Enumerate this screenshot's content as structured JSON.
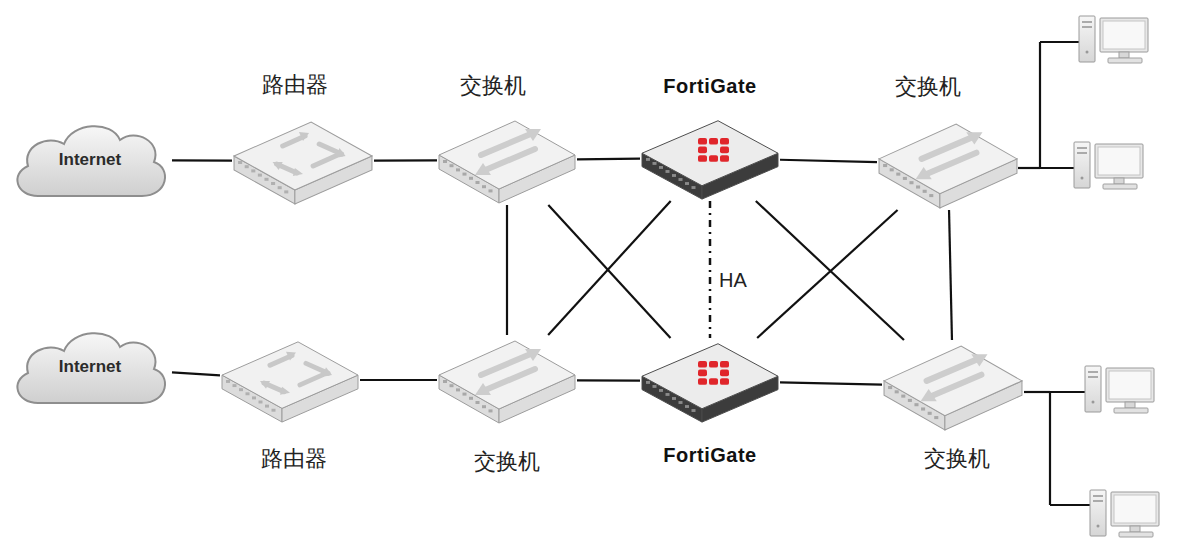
{
  "diagram": {
    "nodes": [
      {
        "text": [
          "Internet"
        ]
      },
      {
        "text": [
          "路由器"
        ]
      },
      {
        "text": [
          "交换机"
        ]
      },
      {
        "text": [
          "FortiGate"
        ]
      },
      {
        "text": [
          "交换机"
        ]
      },
      {
        "text": [
          "Internet"
        ]
      },
      {
        "text": [
          "路由器"
        ]
      },
      {
        "text": [
          "交换机"
        ]
      },
      {
        "text": [
          "FortiGate"
        ]
      },
      {
        "text": [
          "交换机"
        ]
      }
    ],
    "edges": [
      {
        "from": 0,
        "to": 1,
        "arrow": "none"
      },
      {
        "from": 1,
        "to": 2,
        "arrow": "none"
      },
      {
        "from": 2,
        "to": 3,
        "arrow": "none"
      },
      {
        "from": 3,
        "to": 4,
        "arrow": "none"
      },
      {
        "from": 5,
        "to": 6,
        "arrow": "none"
      },
      {
        "from": 6,
        "to": 7,
        "arrow": "none"
      },
      {
        "from": 7,
        "to": 8,
        "arrow": "none"
      },
      {
        "from": 8,
        "to": 9,
        "arrow": "none"
      },
      {
        "from": 2,
        "to": 7,
        "arrow": "none"
      },
      {
        "from": 2,
        "to": 8,
        "arrow": "none"
      },
      {
        "from": 7,
        "to": 3,
        "arrow": "none"
      },
      {
        "from": 3,
        "to": 9,
        "arrow": "none"
      },
      {
        "from": 8,
        "to": 4,
        "arrow": "none"
      },
      {
        "from": 4,
        "to": 9,
        "arrow": "none"
      },
      {
        "from": 3,
        "to": 8,
        "label": "HA",
        "arrow": "none"
      }
    ]
  }
}
